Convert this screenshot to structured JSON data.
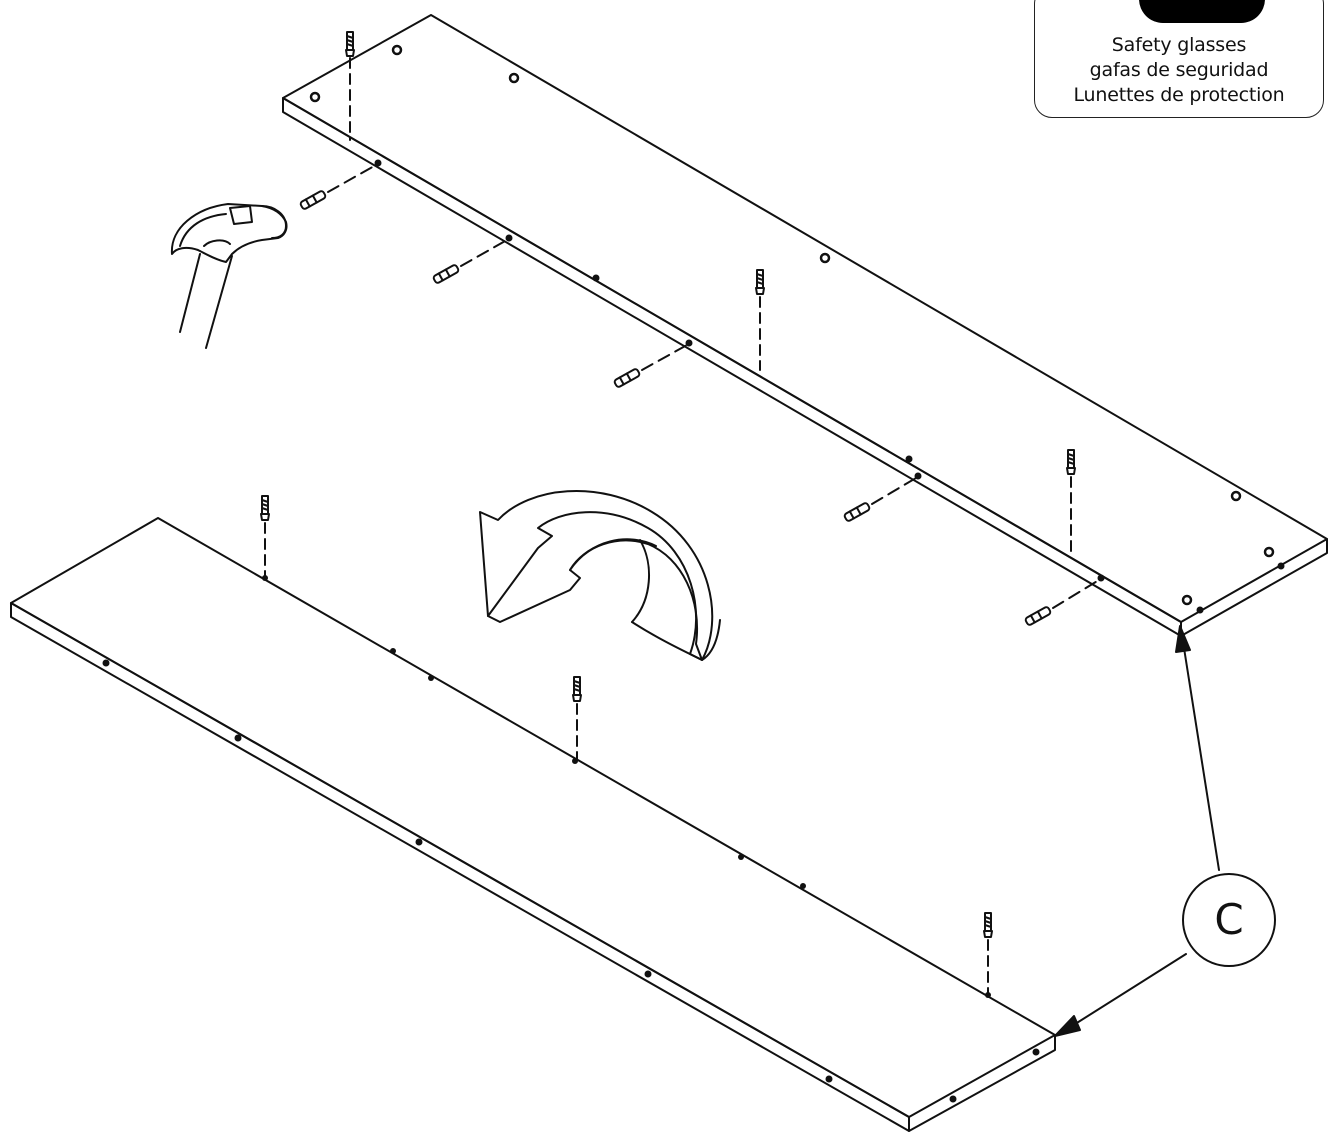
{
  "safety": {
    "icon": "safety-glasses-icon",
    "lines": [
      "Safety glasses",
      "gafas de seguridad",
      "Lunettes de protection"
    ]
  },
  "callout": {
    "label": "C"
  },
  "icons": [
    "hammer-icon",
    "rotate-arrow-icon",
    "screw-icon",
    "dowel-icon"
  ]
}
